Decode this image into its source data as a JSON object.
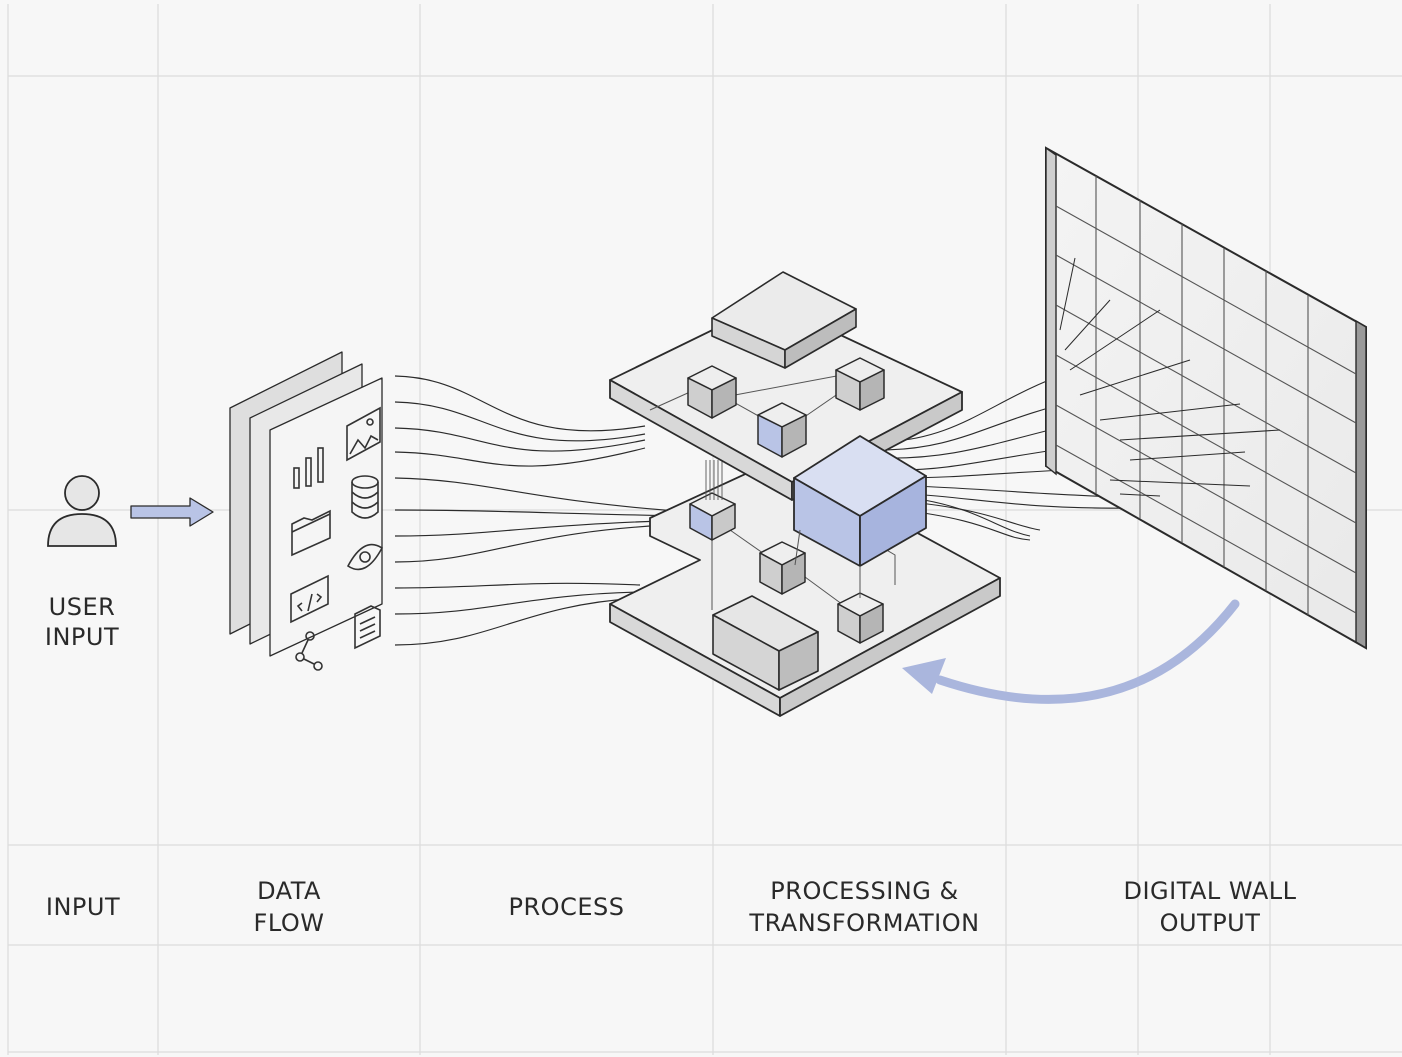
{
  "user_input": {
    "label": "USER\nINPUT"
  },
  "columns": [
    {
      "label": "INPUT"
    },
    {
      "label": "DATA\nFLOW"
    },
    {
      "label": "PROCESS"
    },
    {
      "label": "PROCESSING &\nTRANSFORMATION"
    },
    {
      "label": "DIGITAL WALL\nOUTPUT"
    }
  ],
  "colors": {
    "background": "#f7f7f7",
    "grid": "#dcdcdc",
    "line": "#2b2b2b",
    "accent_blue": "#b9c4e6",
    "accent_arrow": "#aab6dd"
  },
  "icons": [
    "bar-chart-icon",
    "image-icon",
    "database-icon",
    "folder-icon",
    "eye-icon",
    "code-icon",
    "document-icon",
    "share-icon",
    "user-icon"
  ]
}
